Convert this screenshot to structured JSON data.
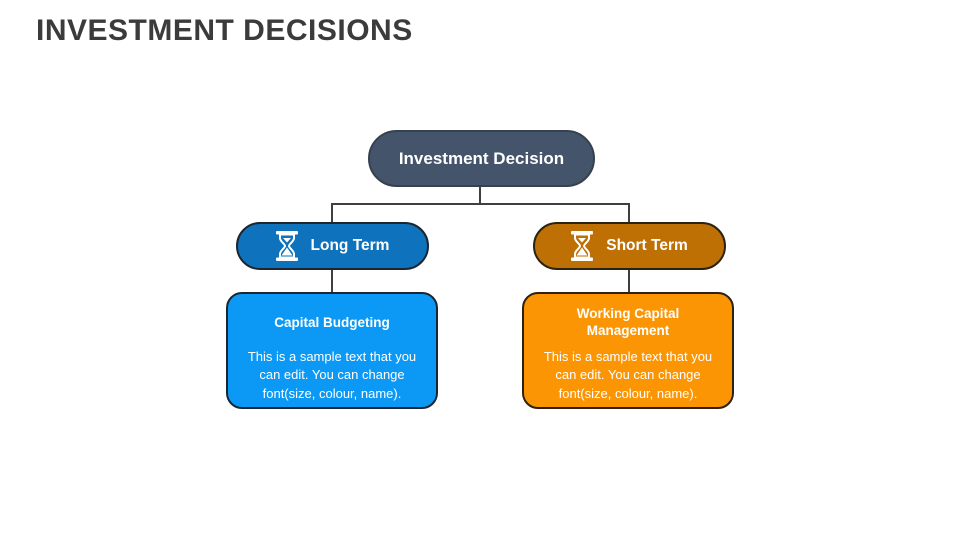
{
  "slide": {
    "title": "INVESTMENT DECISIONS",
    "title_color": "#3b3b3b",
    "background": "#ffffff"
  },
  "diagram": {
    "connector_color": "#3f3f3f",
    "root": {
      "label": "Investment Decision",
      "fill": "#44546a",
      "text_color": "#ffffff"
    },
    "branches": [
      {
        "id": "long-term",
        "pill": {
          "label": "Long Term",
          "icon": "hourglass-icon",
          "fill": "#0e72bc",
          "text_color": "#ffffff"
        },
        "card": {
          "heading": "Capital Budgeting",
          "body": "This is a sample text that you can edit. You can change font(size, colour, name).",
          "fill": "#0b99f5",
          "text_color": "#ffffff"
        }
      },
      {
        "id": "short-term",
        "pill": {
          "label": "Short Term",
          "icon": "hourglass-icon",
          "fill": "#be7005",
          "text_color": "#ffffff"
        },
        "card": {
          "heading": "Working Capital Management",
          "body": "This is a sample text that you can edit. You can change font(size, colour, name).",
          "fill": "#fb9503",
          "text_color": "#ffffff"
        }
      }
    ]
  }
}
